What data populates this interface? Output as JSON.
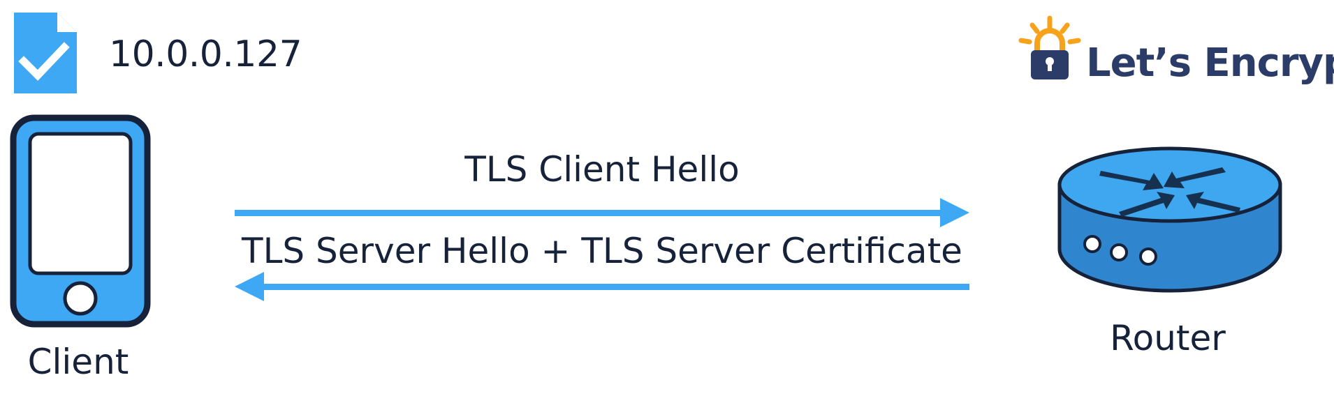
{
  "client": {
    "ip": "10.0.0.127",
    "label": "Client",
    "certificate_icon": "certificate-check-icon",
    "device_icon": "smartphone-icon"
  },
  "router": {
    "label": "Router",
    "device_icon": "router-icon"
  },
  "messages": [
    {
      "text": "TLS Client Hello",
      "direction": "client-to-router"
    },
    {
      "text": "TLS Server Hello + TLS Server Certificate",
      "direction": "router-to-client"
    }
  ],
  "logo": {
    "text": "Let’s Encrypt",
    "icon": "lets-encrypt-padlock-icon"
  },
  "colors": {
    "accent": "#3ea8f5",
    "router_blue": "#3f9fe6",
    "router_side": "#2f86cf",
    "outline": "#16213a",
    "logo_navy": "#2c3c69",
    "logo_orange": "#f7a21b"
  }
}
